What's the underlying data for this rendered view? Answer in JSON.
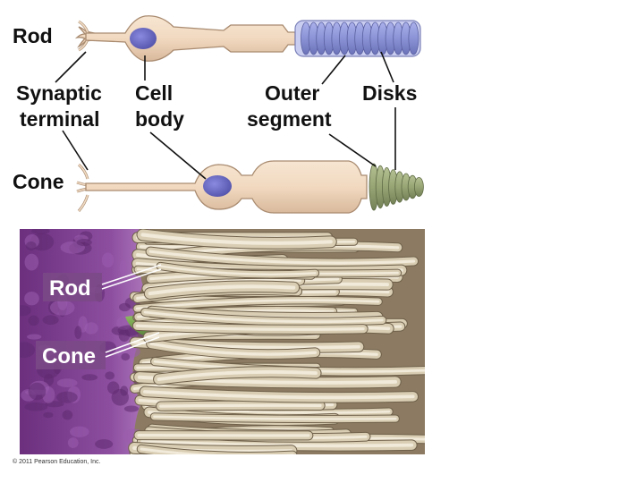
{
  "diagram": {
    "rod_label": "Rod",
    "cone_label": "Cone",
    "synaptic_line1": "Synaptic",
    "synaptic_line2": "terminal",
    "cell_line1": "Cell",
    "cell_line2": "body",
    "outer_line1": "Outer",
    "outer_line2": "segment",
    "disks_label": "Disks"
  },
  "photo": {
    "rod_label": "Rod",
    "cone_label": "Cone"
  },
  "credit": "© 2011 Pearson Education, Inc.",
  "colors": {
    "cell_fill": "#f3dcc4",
    "cell_stroke": "#a98b70",
    "nucleus": "#6f6fc7",
    "rod_disks": "#8d95d8",
    "cone_disks": "#9aa77a",
    "photo_purple": "#7b3f8c",
    "photo_green": "#6f9a4c",
    "photo_rod": "#d9ceb4",
    "label_box": "#7b4a86"
  }
}
